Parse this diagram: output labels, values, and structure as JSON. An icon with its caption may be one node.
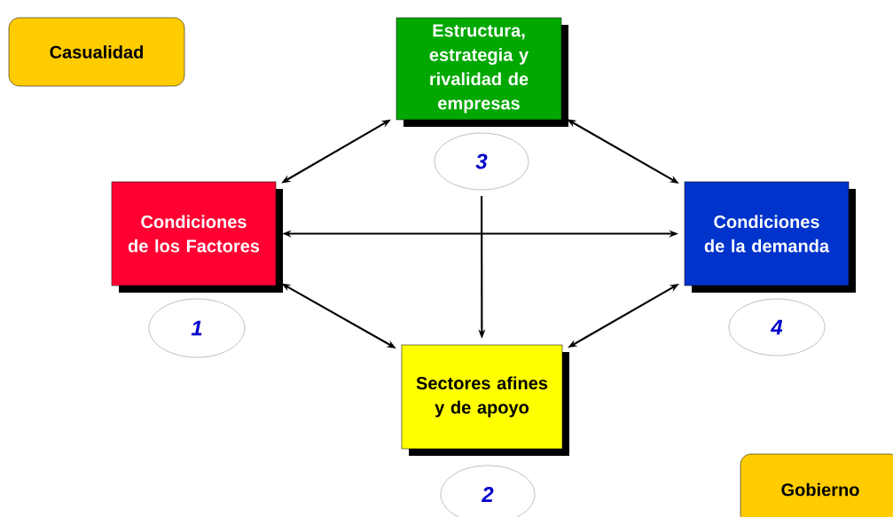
{
  "diagram": {
    "nodes": [
      {
        "text": [
          "Casualidad"
        ]
      },
      {
        "text": [
          "Estructura, estrategia y rivalidad de empresas"
        ]
      },
      {
        "text": [
          "3"
        ]
      },
      {
        "text": [
          "Condiciones de los Factores"
        ]
      },
      {
        "text": [
          "Condiciones de la demanda"
        ]
      },
      {
        "text": [
          "1"
        ]
      },
      {
        "text": [
          "4"
        ]
      },
      {
        "text": [
          "Sectores afines y de apoyo"
        ]
      },
      {
        "text": [
          "2"
        ]
      },
      {
        "text": [
          "Gobierno"
        ]
      }
    ],
    "edges": [
      {
        "from": 3,
        "to": 1,
        "arrow": "both"
      },
      {
        "from": 1,
        "to": 4,
        "arrow": "both"
      },
      {
        "from": 3,
        "to": 4,
        "arrow": "both"
      },
      {
        "from": 2,
        "to": 7,
        "arrow": "to"
      },
      {
        "from": 3,
        "to": 7,
        "arrow": "both"
      },
      {
        "from": 4,
        "to": 7,
        "arrow": "both"
      }
    ]
  }
}
